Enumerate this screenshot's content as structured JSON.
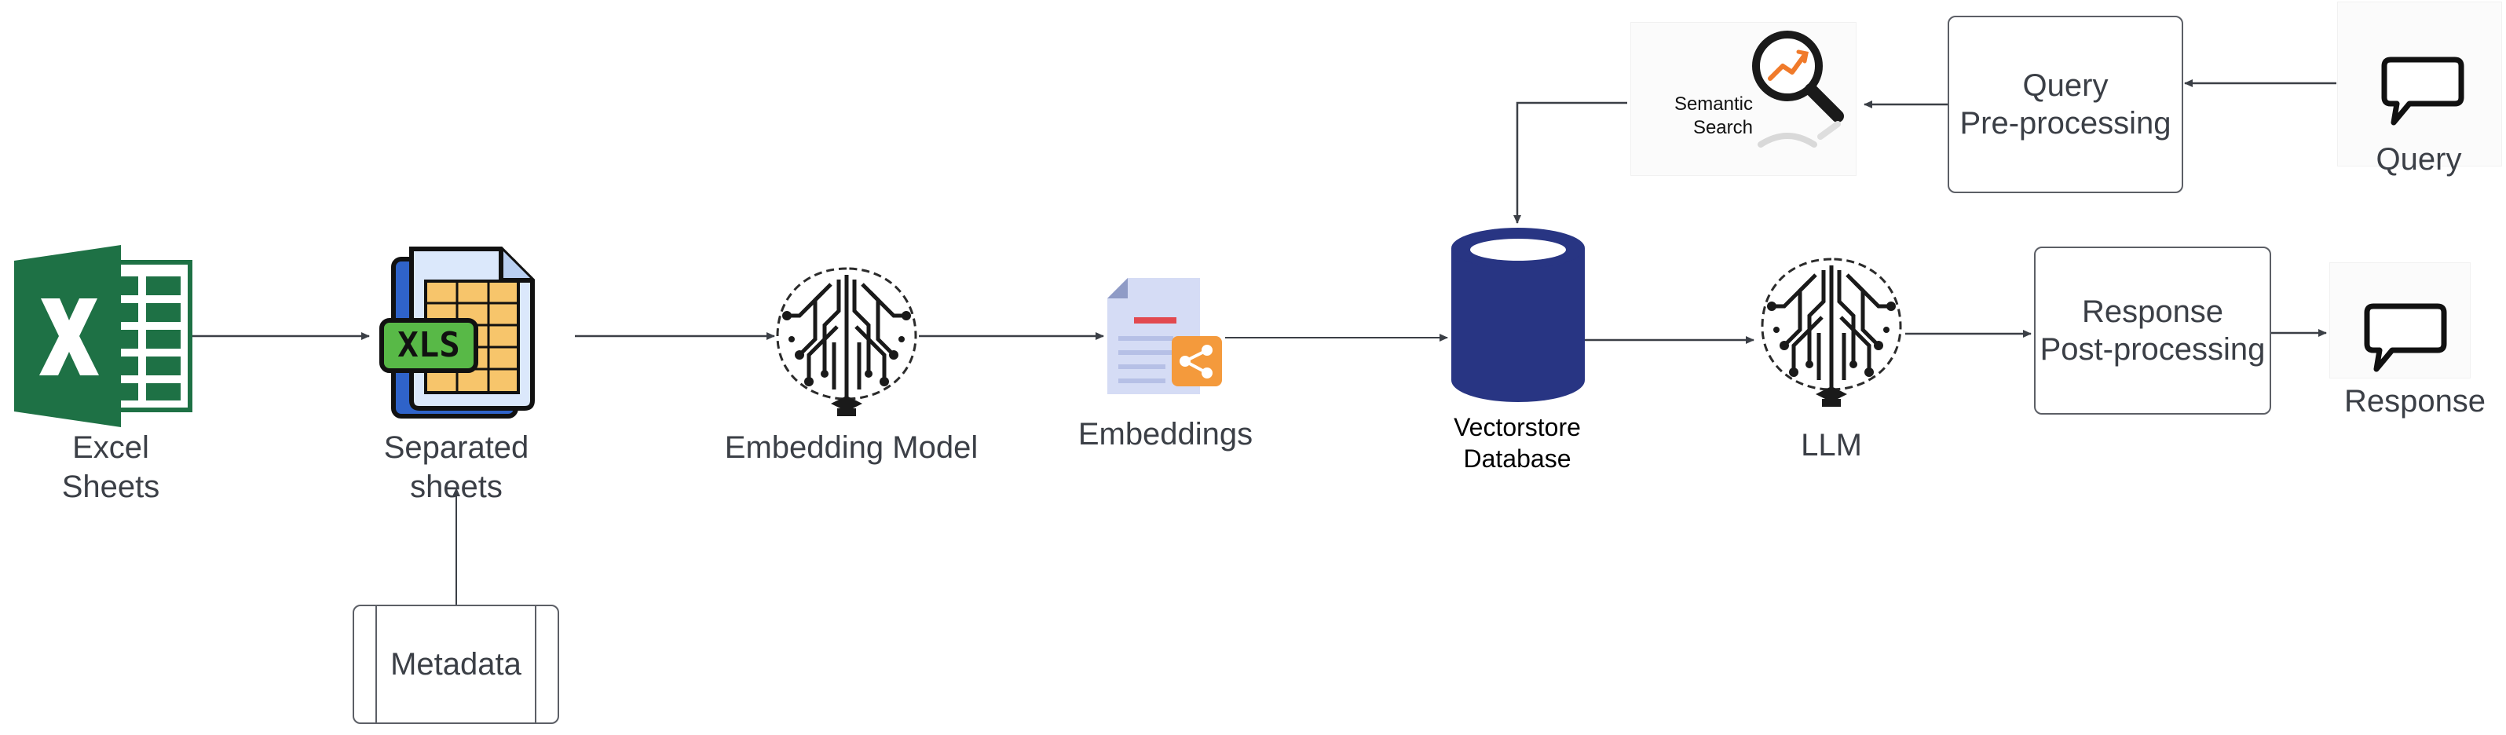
{
  "diagram": {
    "nodes": {
      "excel": {
        "label_line1": "Excel",
        "label_line2": "Sheets",
        "icon": "excel-icon"
      },
      "separated": {
        "label_line1": "Separated",
        "label_line2": "sheets",
        "icon": "xls-file-icon",
        "badge": "XLS"
      },
      "metadata": {
        "label": "Metadata"
      },
      "embedding_model": {
        "label": "Embedding Model",
        "icon": "circuit-brain-icon"
      },
      "embeddings": {
        "label": "Embeddings",
        "icon": "shared-document-icon"
      },
      "vectorstore": {
        "label_line1": "Vectorstore",
        "label_line2": "Database",
        "icon": "database-cylinder-icon"
      },
      "llm": {
        "label": "LLM",
        "icon": "circuit-brain-icon"
      },
      "response_post": {
        "label_line1": "Response",
        "label_line2": "Post-processing"
      },
      "response": {
        "label": "Response",
        "icon": "speech-bubble-icon"
      },
      "query": {
        "label": "Query",
        "icon": "speech-bubble-icon"
      },
      "query_pre": {
        "label_line1": "Query",
        "label_line2": "Pre-processing"
      },
      "semantic_search": {
        "label_line1": "Semantic",
        "label_line2": "Search",
        "icon": "magnifier-chart-icon"
      }
    },
    "edges": [
      {
        "from": "Excel Sheets",
        "to": "Separated sheets"
      },
      {
        "from": "Metadata",
        "to": "Separated sheets"
      },
      {
        "from": "Separated sheets",
        "to": "Embedding Model"
      },
      {
        "from": "Embedding Model",
        "to": "Embeddings"
      },
      {
        "from": "Embeddings",
        "to": "Vectorstore Database"
      },
      {
        "from": "Vectorstore Database",
        "to": "LLM"
      },
      {
        "from": "LLM",
        "to": "Response Post-processing"
      },
      {
        "from": "Response Post-processing",
        "to": "Response"
      },
      {
        "from": "Query",
        "to": "Query Pre-processing"
      },
      {
        "from": "Query Pre-processing",
        "to": "Semantic Search"
      },
      {
        "from": "Semantic Search",
        "to": "Vectorstore Database"
      }
    ],
    "colors": {
      "excel_green": "#1e7145",
      "database_navy": "#283583",
      "connector": "#3b3f46",
      "embedding_orange": "#f49a3c",
      "embedding_doc": "#d5dcf5",
      "xls_badge": "#58b947",
      "search_orange": "#f07a2a"
    }
  }
}
